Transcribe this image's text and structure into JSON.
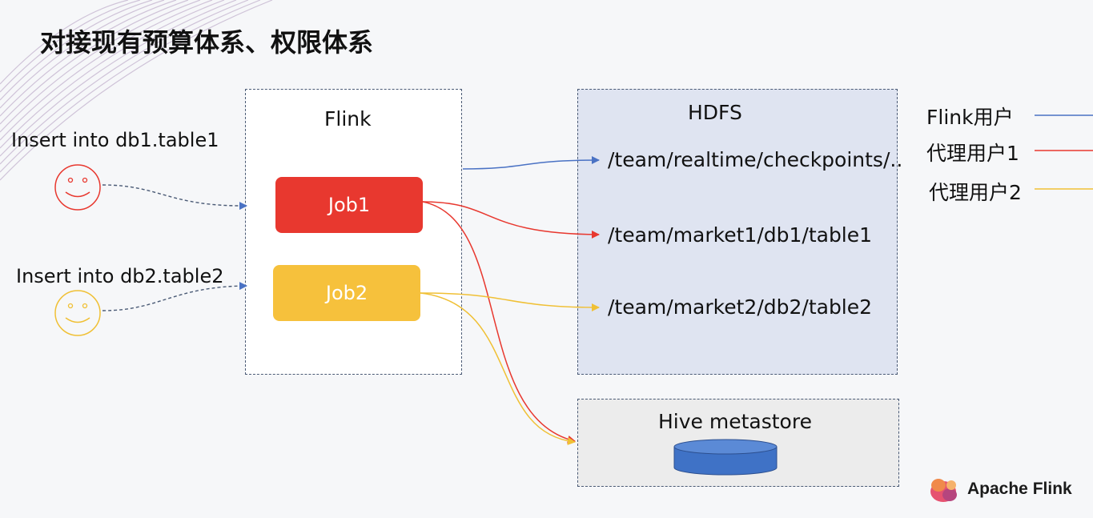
{
  "title": "对接现有预算体系、权限体系",
  "flink": {
    "title": "Flink",
    "job1": "Job1",
    "job2": "Job2"
  },
  "hdfs": {
    "title": "HDFS",
    "paths": [
      "/team/realtime/checkpoints/..",
      "/team/market1/db1/table1",
      "/team/market2/db2/table2"
    ]
  },
  "hive": {
    "title": "Hive metastore"
  },
  "users": [
    {
      "statement": "Insert into db1.table1",
      "color": "#e8382f"
    },
    {
      "statement": "Insert into db2.table2",
      "color": "#f0c035"
    }
  ],
  "legend": [
    {
      "label": "Flink用户",
      "color": "#4a72c4"
    },
    {
      "label": "代理用户1",
      "color": "#e8382f"
    },
    {
      "label": "代理用户2",
      "color": "#f0c035"
    }
  ],
  "logo": {
    "text": "Apache Flink"
  },
  "colors": {
    "db_cylinder": "#3f72c6",
    "dashed_connector": "#4a5a75"
  }
}
